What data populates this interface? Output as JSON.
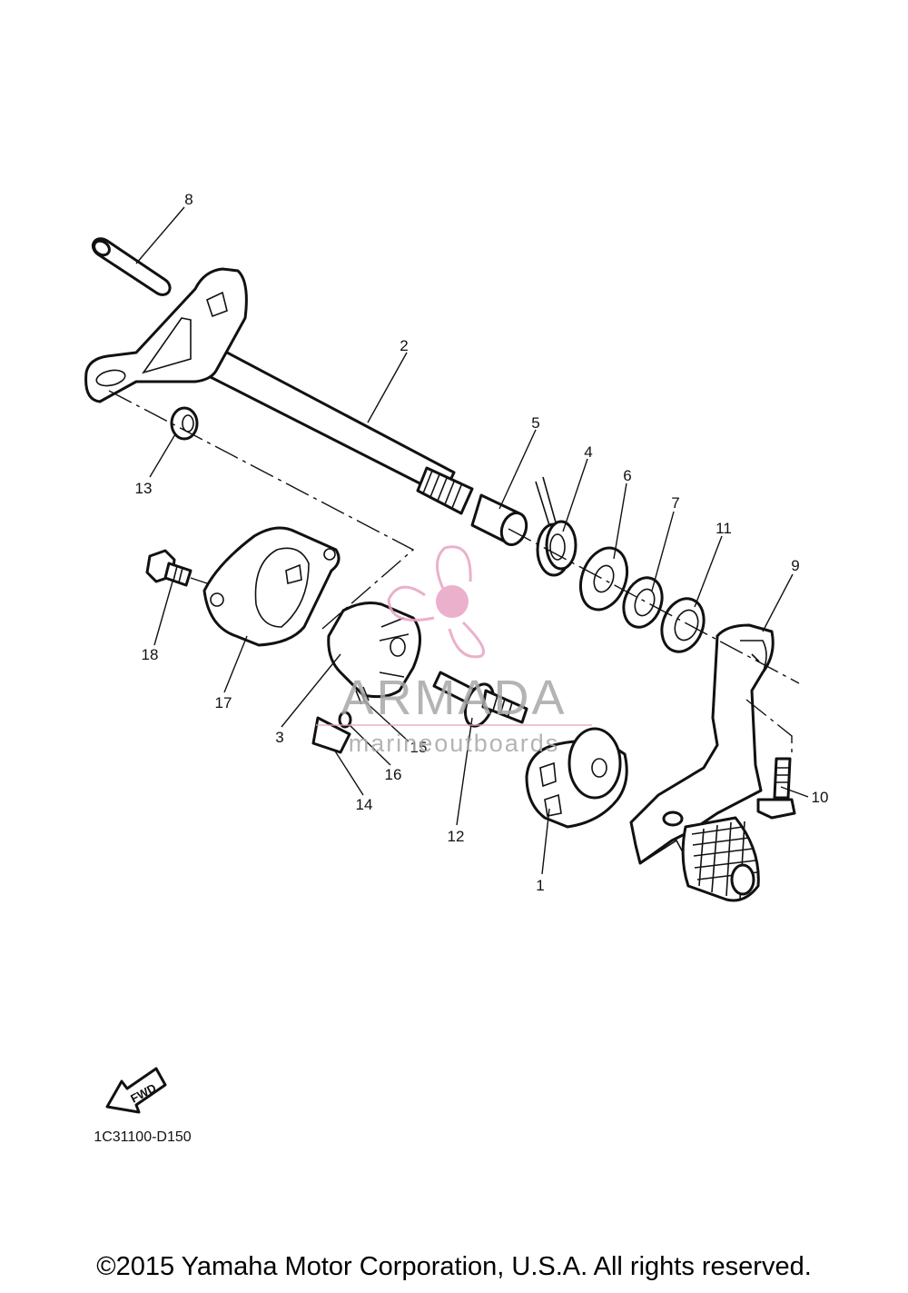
{
  "part_labels": [
    {
      "id": "1",
      "text": "1"
    },
    {
      "id": "2",
      "text": "2"
    },
    {
      "id": "3",
      "text": "3"
    },
    {
      "id": "4",
      "text": "4"
    },
    {
      "id": "5",
      "text": "5"
    },
    {
      "id": "6",
      "text": "6"
    },
    {
      "id": "7",
      "text": "7"
    },
    {
      "id": "8",
      "text": "8"
    },
    {
      "id": "9",
      "text": "9"
    },
    {
      "id": "10",
      "text": "10"
    },
    {
      "id": "11",
      "text": "11"
    },
    {
      "id": "12",
      "text": "12"
    },
    {
      "id": "13",
      "text": "13"
    },
    {
      "id": "14",
      "text": "14"
    },
    {
      "id": "15",
      "text": "15"
    },
    {
      "id": "16",
      "text": "16"
    },
    {
      "id": "17",
      "text": "17"
    },
    {
      "id": "18",
      "text": "18"
    }
  ],
  "fwd_arrow": {
    "text": "FWD",
    "icon": "fwd-arrow-icon"
  },
  "diagram_code": "1C31100-D150",
  "watermark": {
    "name": "ARMADA",
    "tagline": "marineoutboards",
    "icon": "propeller-logo-icon",
    "color": "#e8a3c3"
  },
  "copyright": "©2015 Yamaha Motor Corporation, U.S.A. All rights reserved."
}
